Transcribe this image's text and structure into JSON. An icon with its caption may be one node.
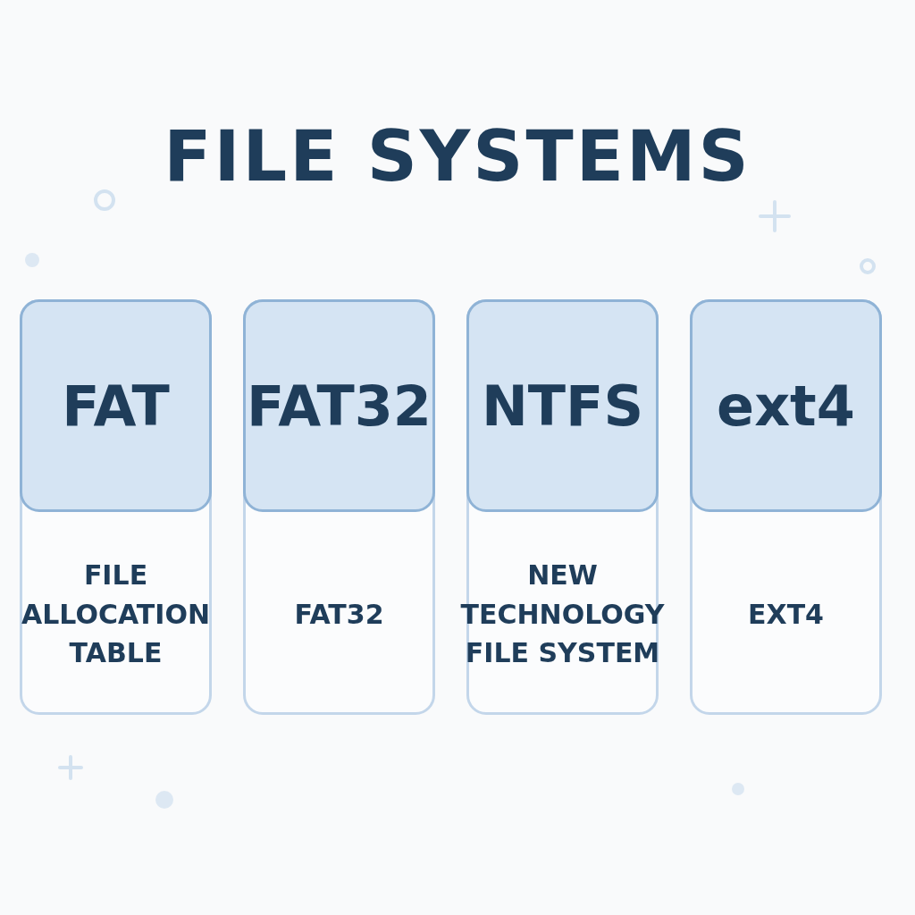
{
  "diagram": {
    "title": "FILE SYSTEMS",
    "nodes": [
      {
        "text": [
          "FILE ALLOCATION TABLE"
        ]
      },
      {
        "text": [
          "FAT"
        ],
        "in": 0
      },
      {
        "text": [
          "FAT32"
        ]
      },
      {
        "text": [
          "FAT32"
        ],
        "in": 2
      },
      {
        "text": [
          "NEW TECHNOLOGY FILE SYSTEM"
        ]
      },
      {
        "text": [
          "NTFS"
        ],
        "in": 4
      },
      {
        "text": [
          "EXT4"
        ]
      },
      {
        "text": [
          "ext4"
        ],
        "in": 6
      }
    ],
    "edges": []
  }
}
